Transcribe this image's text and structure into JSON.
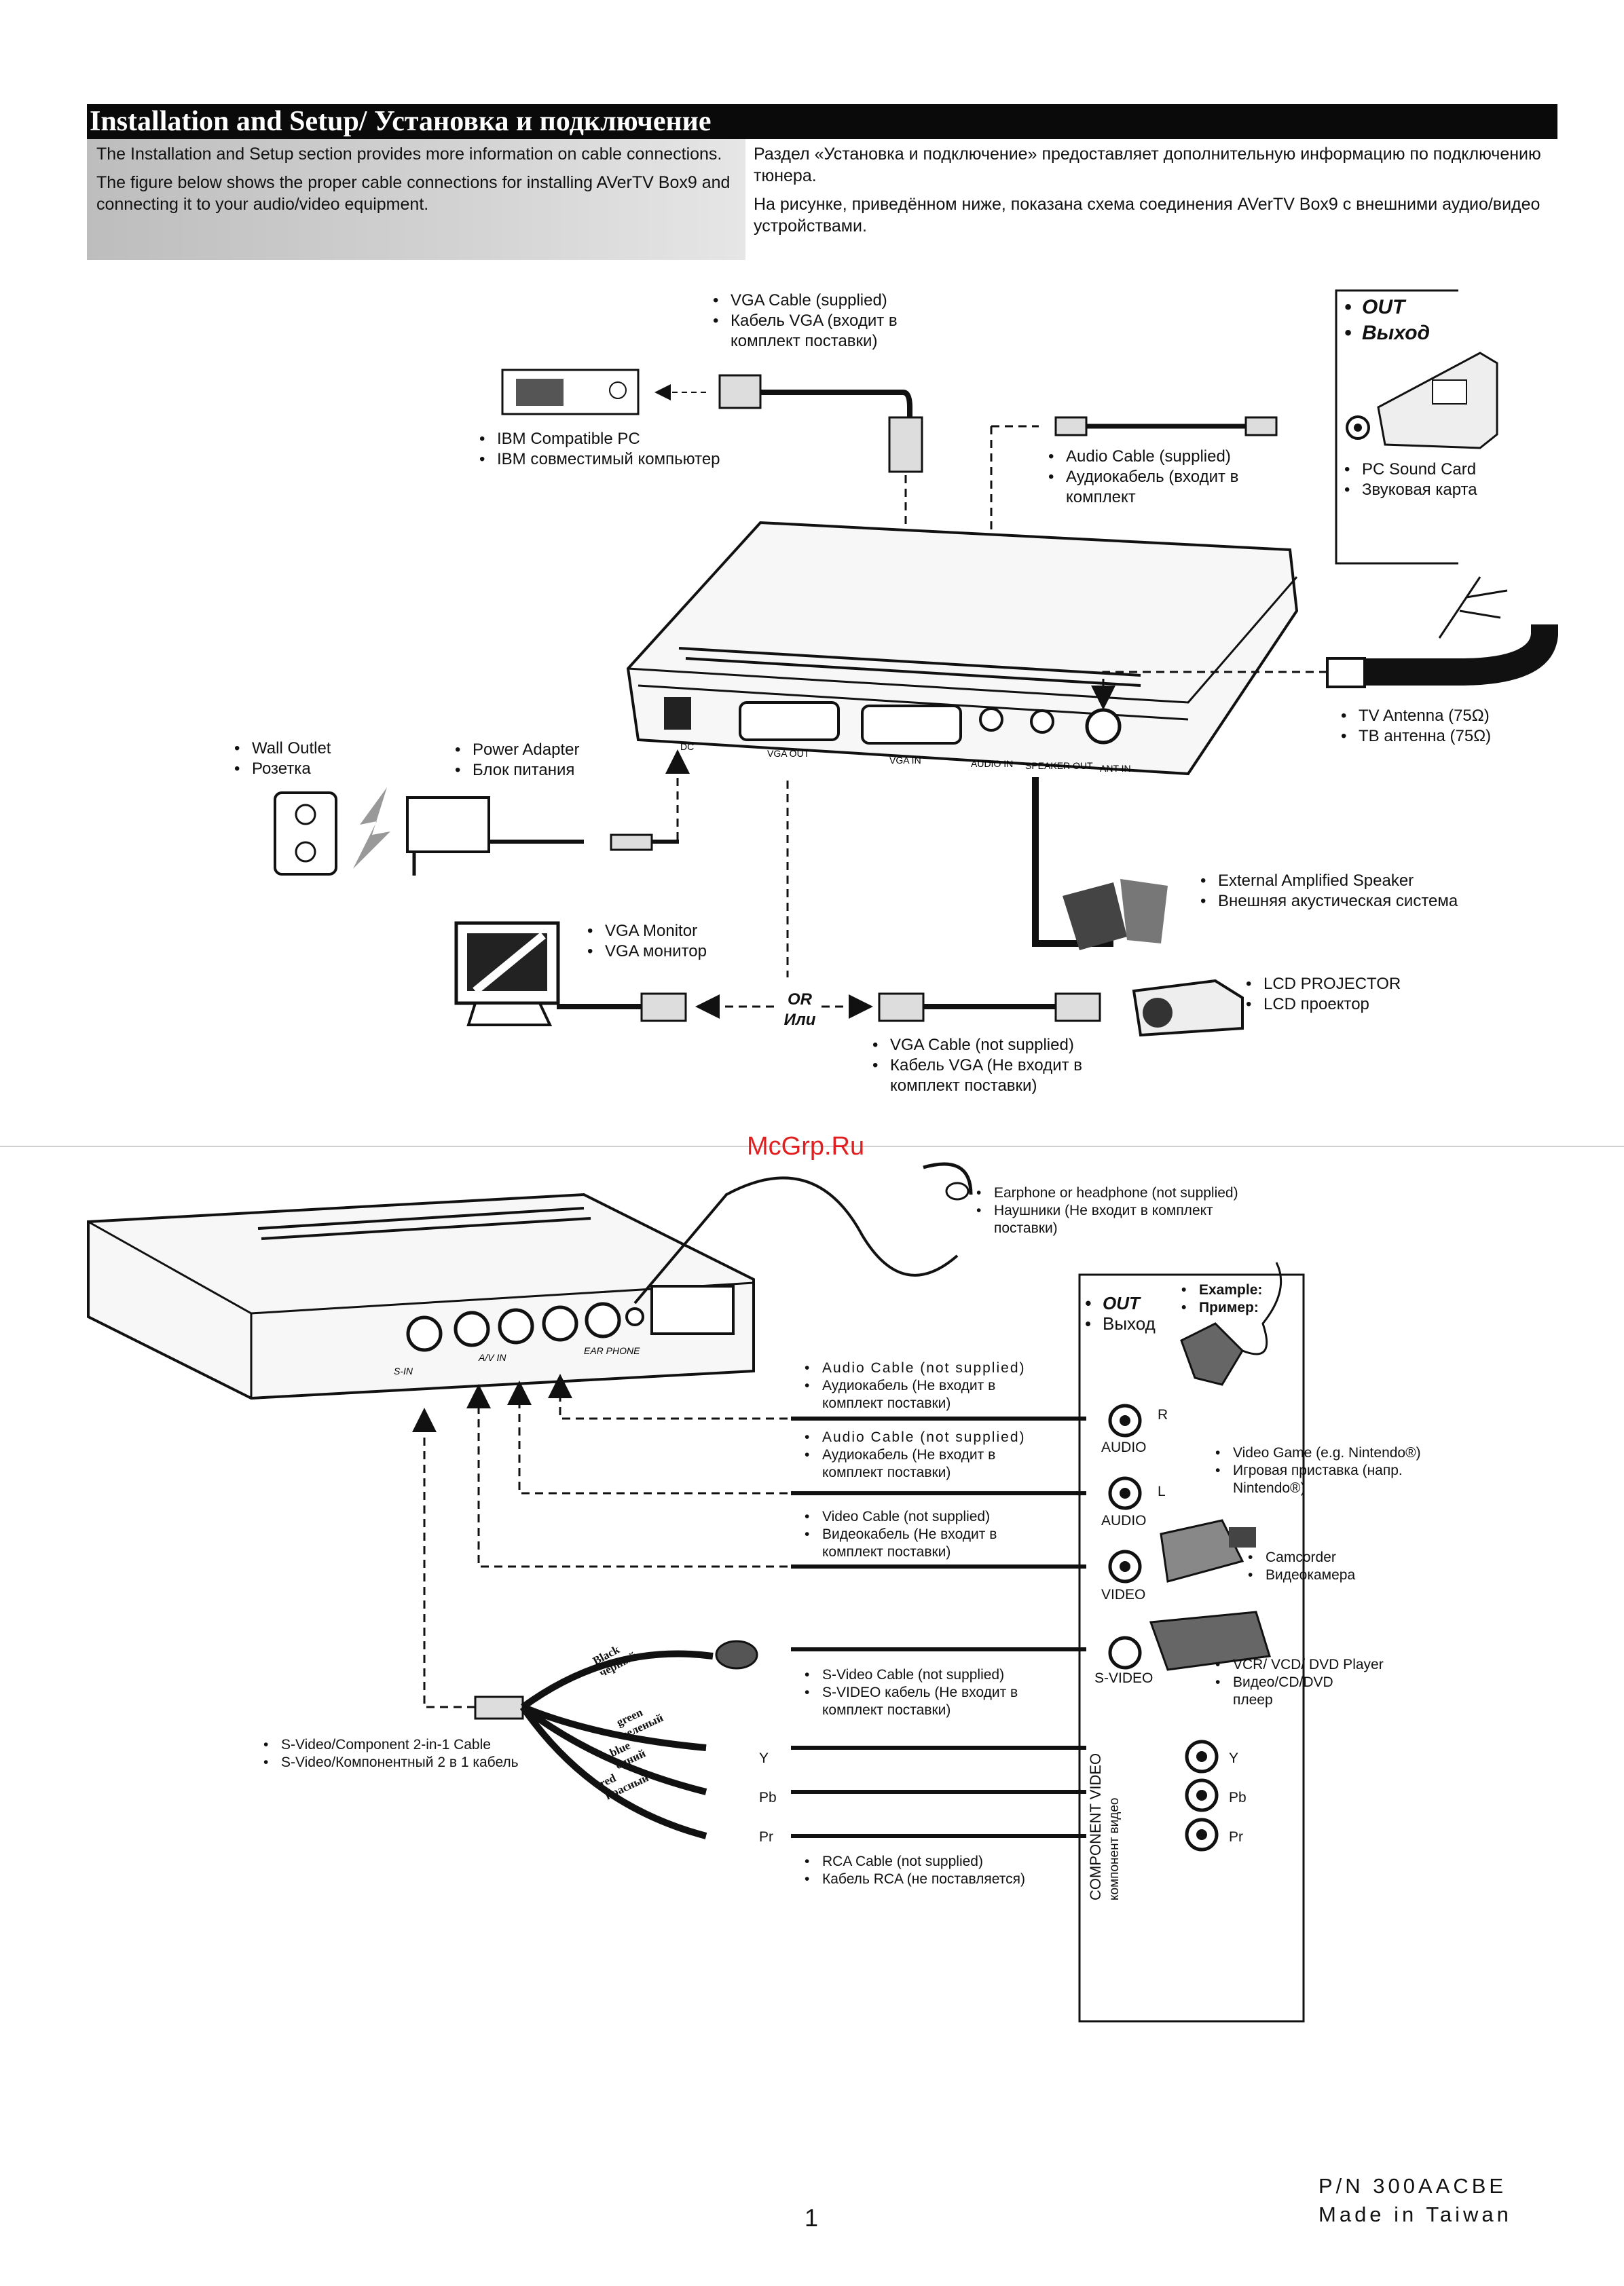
{
  "header": {
    "title": "Installation and Setup/ Установка и подключение"
  },
  "intro": {
    "en": [
      "The Installation and Setup section provides more information on cable connections.",
      "The figure below shows the proper cable connections for installing AVerTV Box9 and connecting it to your audio/video equipment."
    ],
    "ru": [
      "Раздел «Установка и подключение» предоставляет дополнительную информацию по подключению тюнера.",
      "На рисунке, приведённом ниже, показана схема соединения AVerTV Box9 с внешними аудио/видео устройствами."
    ]
  },
  "top_diagram": {
    "vga_cable_supplied": [
      "VGA Cable (supplied)",
      "Кабель VGA (входит в",
      "комплект поставки)"
    ],
    "ibm_pc": [
      "IBM Compatible PC",
      "IBM совместимый компьютер"
    ],
    "audio_cable_supplied": [
      "Audio Cable (supplied)",
      "Аудиокабель (входит в",
      "комплект"
    ],
    "out": [
      "OUT",
      "Выход"
    ],
    "sound_card": [
      "PC Sound Card",
      "Звуковая карта"
    ],
    "tv_antenna": [
      "TV Antenna (75Ω)",
      "ТВ антенна (75Ω)"
    ],
    "wall_outlet": [
      "Wall Outlet",
      "Розетка"
    ],
    "power_adapter": [
      "Power Adapter",
      "Блок питания"
    ],
    "speaker": [
      "External Amplified Speaker",
      "Внешняя акустическая система"
    ],
    "vga_monitor": [
      "VGA Monitor",
      "VGA монитор"
    ],
    "or": [
      "OR",
      "Или"
    ],
    "lcd_projector": [
      "LCD PROJECTOR",
      "LCD проектор"
    ],
    "vga_cable_not_supplied": [
      "VGA Cable (not supplied)",
      "Кабель VGA (Не входит в",
      "комплект поставки)"
    ],
    "back_panel_ports": [
      "DC",
      "VGA OUT",
      "VGA IN",
      "AUDIO IN",
      "SPEAKER OUT",
      "ANT IN"
    ]
  },
  "bottom_diagram": {
    "watermark": "McGrp.Ru",
    "earphone": [
      "Earphone or headphone (not supplied)",
      "Наушники (Не входит в комплект",
      "поставки)"
    ],
    "out": [
      "OUT",
      "Выход"
    ],
    "example": [
      "Example:",
      "Пример:"
    ],
    "audio_cable_1": [
      "Audio Cable (not supplied)",
      "Аудиокабель (Не входит в",
      "комплект поставки)"
    ],
    "audio_cable_2": [
      "Audio Cable (not supplied)",
      "Аудиокабель (Не входит в",
      "комплект поставки)"
    ],
    "video_cable": [
      "Video Cable (not supplied)",
      "Видеокабель (Не входит в",
      "комплект поставки)"
    ],
    "svideo_cable": [
      "S-Video Cable (not supplied)",
      "S-VIDEO кабель (Не входит в",
      "комплект поставки)"
    ],
    "rca_cable": [
      "RCA Cable (not supplied)",
      "Кабель RCA (не поставляется)"
    ],
    "component_cable": [
      "S-Video/Component 2-in-1 Cable",
      "S-Video/Компонентный 2 в 1 кабель"
    ],
    "video_game": [
      "Video Game (e.g. Nintendo®)",
      "Игровая приставка (напр.",
      "Nintendo®)"
    ],
    "camcorder": [
      "Camcorder",
      "Видеокамера"
    ],
    "vcr": [
      "VCR/ VCD/ DVD Player",
      "Видео/CD/DVD",
      "плеер"
    ],
    "jacks": [
      "AUDIO",
      "R",
      "AUDIO",
      "L",
      "VIDEO",
      "S-VIDEO"
    ],
    "component_video": [
      "COMPONENT VIDEO",
      "компонент видео"
    ],
    "component_jacks": [
      "Y",
      "Pb",
      "Pr"
    ],
    "wire_colors": [
      "Black",
      "черный",
      "green",
      "зеленый",
      "blue",
      "синий",
      "red",
      "красный"
    ],
    "front_panel_ports": [
      "S-IN",
      "A/V IN",
      "EAR PHONE"
    ]
  },
  "footer": {
    "page": "1",
    "part_number": "P/N 300AACBE",
    "made_in": "Made in Taiwan"
  }
}
